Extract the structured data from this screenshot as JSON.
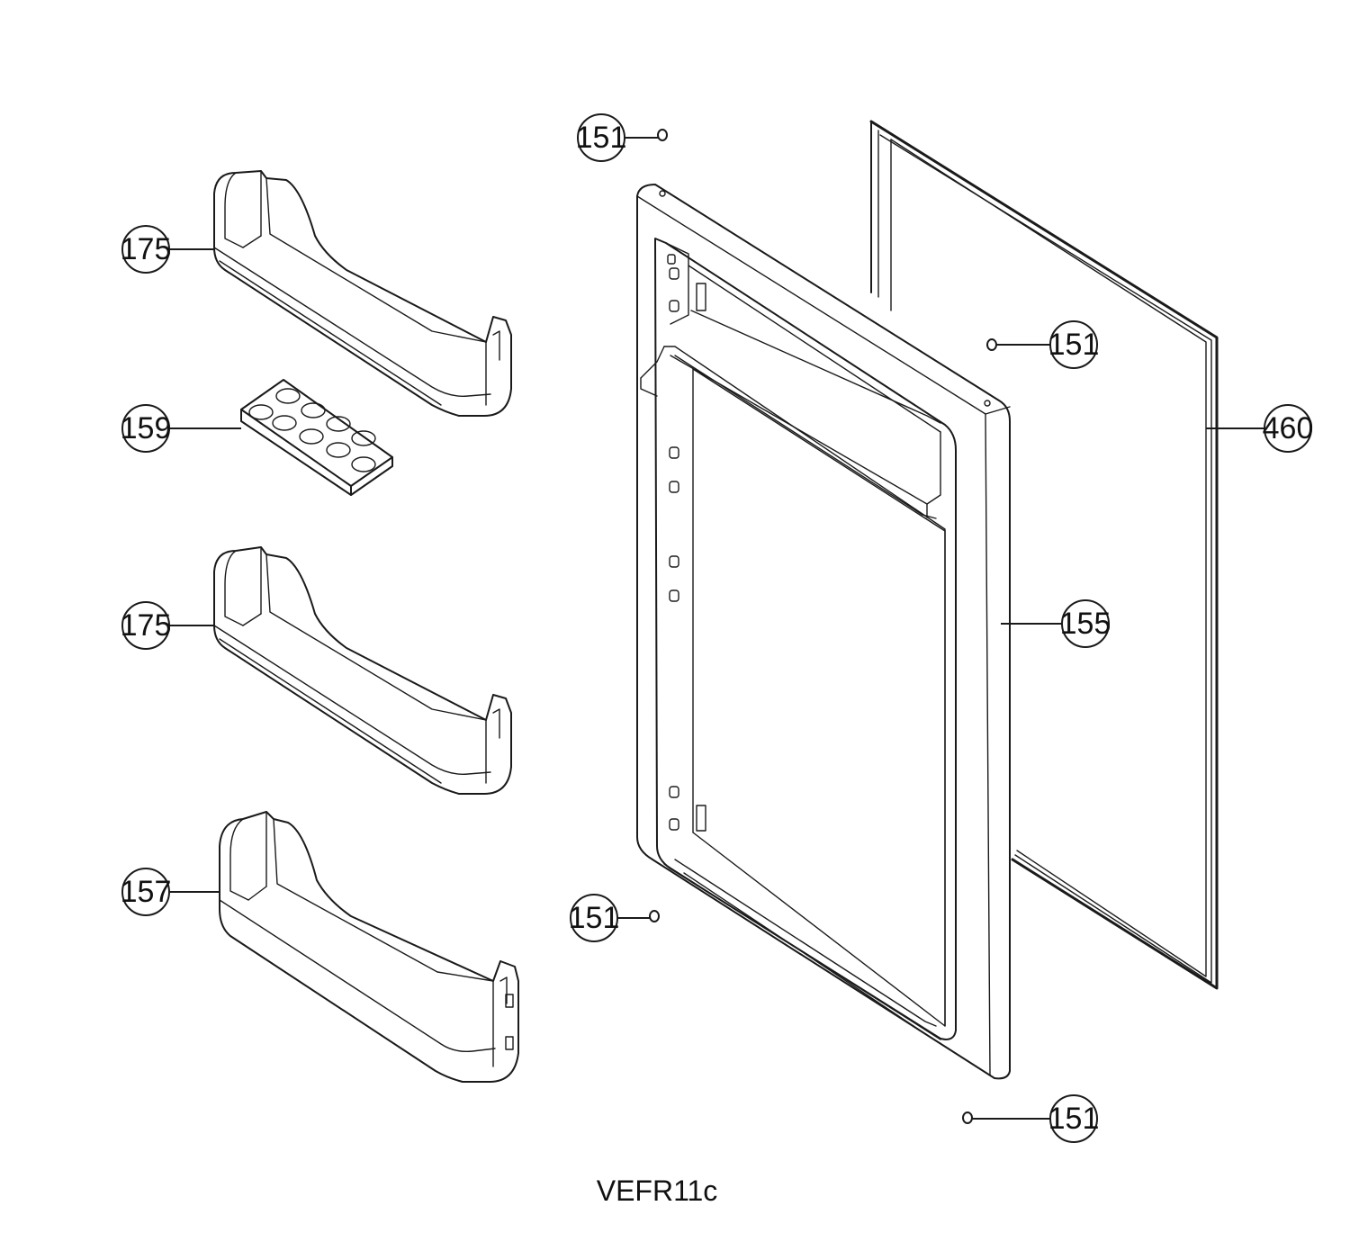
{
  "diagram": {
    "caption": "VEFR11c",
    "callouts": [
      {
        "id": "c1",
        "label": "175"
      },
      {
        "id": "c2",
        "label": "159"
      },
      {
        "id": "c3",
        "label": "175"
      },
      {
        "id": "c4",
        "label": "157"
      },
      {
        "id": "c5",
        "label": "151"
      },
      {
        "id": "c6",
        "label": "151"
      },
      {
        "id": "c7",
        "label": "460"
      },
      {
        "id": "c8",
        "label": "155"
      },
      {
        "id": "c9",
        "label": "151"
      },
      {
        "id": "c10",
        "label": "151"
      }
    ],
    "colors": {
      "line": "#1a1a1a",
      "background": "#ffffff"
    }
  }
}
